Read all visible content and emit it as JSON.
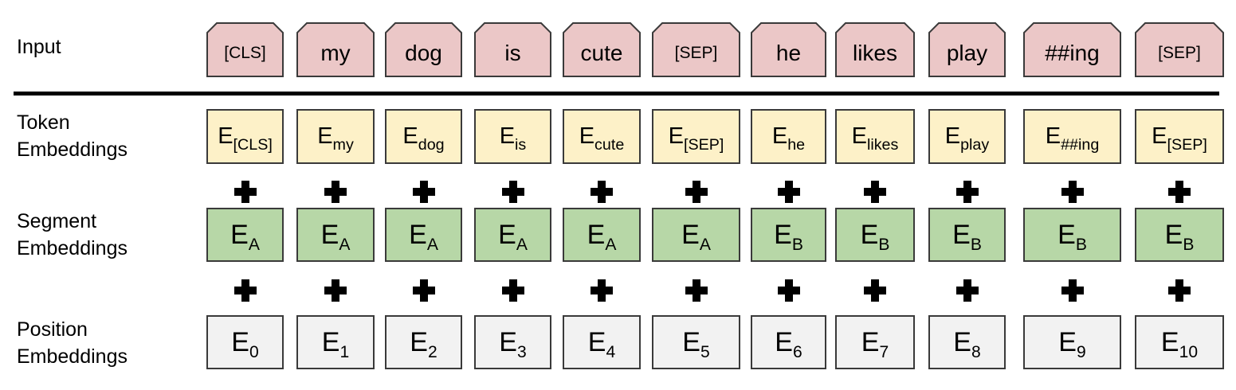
{
  "row_labels": {
    "input": "Input",
    "token": [
      "Token",
      "Embeddings"
    ],
    "segment": [
      "Segment",
      "Embeddings"
    ],
    "position": [
      "Position",
      "Embeddings"
    ]
  },
  "columns": [
    {
      "token": "[CLS]",
      "token_emb": {
        "base": "E",
        "sub": "[CLS]"
      },
      "segment_emb": {
        "base": "E",
        "sub": "A"
      },
      "position_emb": {
        "base": "E",
        "sub": "0"
      }
    },
    {
      "token": "my",
      "token_emb": {
        "base": "E",
        "sub": "my"
      },
      "segment_emb": {
        "base": "E",
        "sub": "A"
      },
      "position_emb": {
        "base": "E",
        "sub": "1"
      }
    },
    {
      "token": "dog",
      "token_emb": {
        "base": "E",
        "sub": "dog"
      },
      "segment_emb": {
        "base": "E",
        "sub": "A"
      },
      "position_emb": {
        "base": "E",
        "sub": "2"
      }
    },
    {
      "token": "is",
      "token_emb": {
        "base": "E",
        "sub": "is"
      },
      "segment_emb": {
        "base": "E",
        "sub": "A"
      },
      "position_emb": {
        "base": "E",
        "sub": "3"
      }
    },
    {
      "token": "cute",
      "token_emb": {
        "base": "E",
        "sub": "cute"
      },
      "segment_emb": {
        "base": "E",
        "sub": "A"
      },
      "position_emb": {
        "base": "E",
        "sub": "4"
      }
    },
    {
      "token": "[SEP]",
      "token_emb": {
        "base": "E",
        "sub": "[SEP]"
      },
      "segment_emb": {
        "base": "E",
        "sub": "A"
      },
      "position_emb": {
        "base": "E",
        "sub": "5"
      }
    },
    {
      "token": "he",
      "token_emb": {
        "base": "E",
        "sub": "he"
      },
      "segment_emb": {
        "base": "E",
        "sub": "B"
      },
      "position_emb": {
        "base": "E",
        "sub": "6"
      }
    },
    {
      "token": "likes",
      "token_emb": {
        "base": "E",
        "sub": "likes"
      },
      "segment_emb": {
        "base": "E",
        "sub": "B"
      },
      "position_emb": {
        "base": "E",
        "sub": "7"
      }
    },
    {
      "token": "play",
      "token_emb": {
        "base": "E",
        "sub": "play"
      },
      "segment_emb": {
        "base": "E",
        "sub": "B"
      },
      "position_emb": {
        "base": "E",
        "sub": "8"
      }
    },
    {
      "token": "##ing",
      "token_emb": {
        "base": "E",
        "sub": "##ing"
      },
      "segment_emb": {
        "base": "E",
        "sub": "B"
      },
      "position_emb": {
        "base": "E",
        "sub": "9"
      }
    },
    {
      "token": "[SEP]",
      "token_emb": {
        "base": "E",
        "sub": "[SEP]"
      },
      "segment_emb": {
        "base": "E",
        "sub": "B"
      },
      "position_emb": {
        "base": "E",
        "sub": "10"
      }
    }
  ],
  "operator_symbol": "plus-icon",
  "colors": {
    "input_fill": "#ebc7c7",
    "token_fill": "#fdf1c8",
    "segment_fill": "#b7d7a7",
    "position_fill": "#f2f2f2",
    "border": "#3a3a3a"
  }
}
